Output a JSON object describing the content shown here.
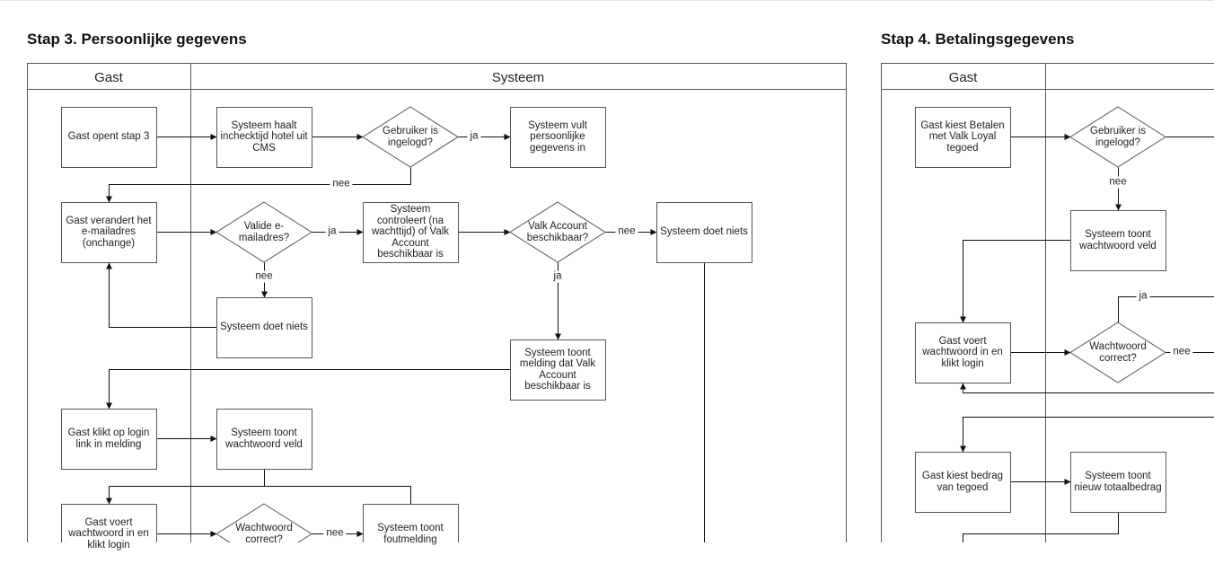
{
  "sections": [
    {
      "title": "Stap 3. Persoonlijke gegevens",
      "lanes": [
        "Gast",
        "Systeem"
      ]
    },
    {
      "title": "Stap 4. Betalingsgegevens",
      "lanes": [
        "Gast"
      ]
    }
  ],
  "nodes": {
    "s3_gast_opent": "Gast opent stap 3",
    "s3_haalt_incheck": "Systeem haalt\nincheck­tijd hotel uit\nCMS",
    "s3_is_ingelogd": "Gebruiker is\ningelogd?",
    "s3_vult_gegevens": "Systeem vult\npersoonlijke\ngegevens in",
    "s3_verandert_email": "Gast verandert  het\ne-mailadres\n(onchange)",
    "s3_valide_email": "Valide e-\nmailadres?",
    "s3_controleert": "Systeem\ncontroleert  (na\nwachttijd) of Valk\nAccount\nbeschikbaar is",
    "s3_account_beschikbaar": "Valk Account\nbeschikbaar?",
    "s3_doet_niets_1": "Systeem doet niets",
    "s3_doet_niets_2": "Systeem doet niets",
    "s3_toont_melding": "Systeem toont\nmelding dat Valk\nAccount\nbeschikbaar is",
    "s3_klikt_login": "Gast klikt op login\nlink in melding",
    "s3_toont_wachtwoord": "Systeem toont\nwachtwoord veld",
    "s3_voert_wachtwoord": "Gast voert\nwachtwoord in en\nklikt login",
    "s3_wachtwoord_correct": "Wachtwoord\ncorrect?",
    "s3_toont_foutmelding": "Systeem toont\nfoutmelding",
    "s4_kiest_betalen": "Gast kiest Betalen\nmet Valk Loyal\ntegoed",
    "s4_is_ingelogd": "Gebruiker is\ningelogd?",
    "s4_toont_wachtwoord": "Systeem toont\nwachtwoord veld",
    "s4_voert_wachtwoord": "Gast voert\nwachtwoord in en\nklikt login",
    "s4_wachtwoord_correct": "Wachtwoord\ncorrect?",
    "s4_kiest_bedrag": "Gast kiest bedrag\nvan tegoed",
    "s4_toont_totaal": "Systeem toont\nnieuw totaalbedrag"
  },
  "labels": {
    "ja": "ja",
    "nee": "nee"
  }
}
